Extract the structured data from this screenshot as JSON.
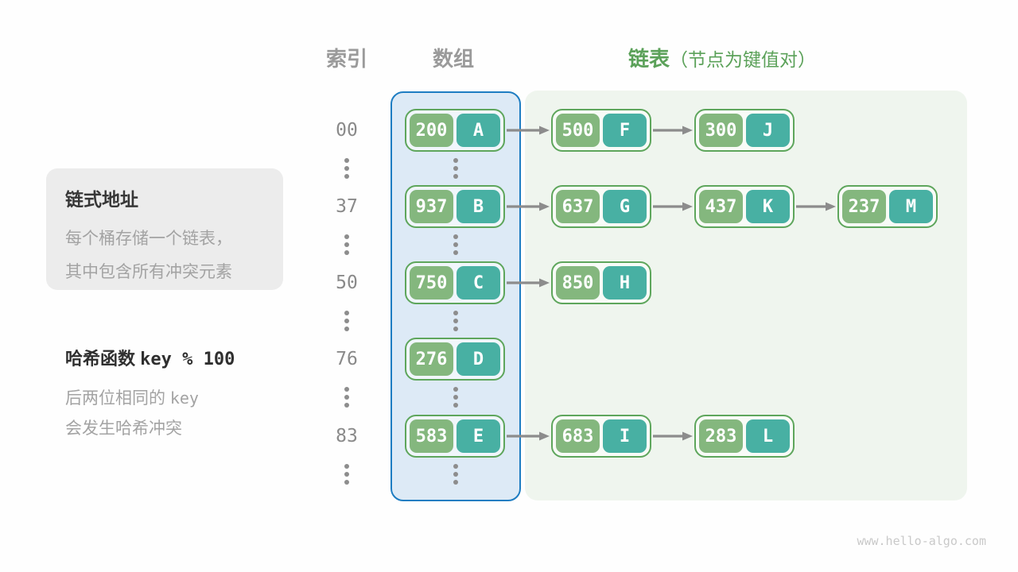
{
  "headers": {
    "index": "索引",
    "array": "数组",
    "list": "链表",
    "list_note": "（节点为键值对）"
  },
  "info_box": {
    "title": "链式地址",
    "line1": "每个桶存储一个链表，",
    "line2": "其中包含所有冲突元素"
  },
  "hash_note": {
    "title_prefix": "哈希函数",
    "title_code": "key % 100",
    "line1_prefix": "后两位相同的",
    "line1_code": "key",
    "line2": "会发生哈希冲突"
  },
  "watermark": "www.hello-algo.com",
  "colors": {
    "key_cell_bg": "#84b77e",
    "value_cell_bg": "#48b0a3",
    "node_border": "#5ea65c",
    "array_fill": "#ddeaf6",
    "array_border": "#1e7dc2",
    "list_fill": "#eff5ee",
    "accent_green": "#5ba159",
    "arrow": "#8c8c8c"
  },
  "buckets": [
    {
      "index": "00",
      "nodes": [
        {
          "key": "200",
          "value": "A"
        },
        {
          "key": "500",
          "value": "F"
        },
        {
          "key": "300",
          "value": "J"
        }
      ]
    },
    {
      "index": "37",
      "nodes": [
        {
          "key": "937",
          "value": "B"
        },
        {
          "key": "637",
          "value": "G"
        },
        {
          "key": "437",
          "value": "K"
        },
        {
          "key": "237",
          "value": "M"
        }
      ]
    },
    {
      "index": "50",
      "nodes": [
        {
          "key": "750",
          "value": "C"
        },
        {
          "key": "850",
          "value": "H"
        }
      ]
    },
    {
      "index": "76",
      "nodes": [
        {
          "key": "276",
          "value": "D"
        }
      ]
    },
    {
      "index": "83",
      "nodes": [
        {
          "key": "583",
          "value": "E"
        },
        {
          "key": "683",
          "value": "I"
        },
        {
          "key": "283",
          "value": "L"
        }
      ]
    }
  ]
}
